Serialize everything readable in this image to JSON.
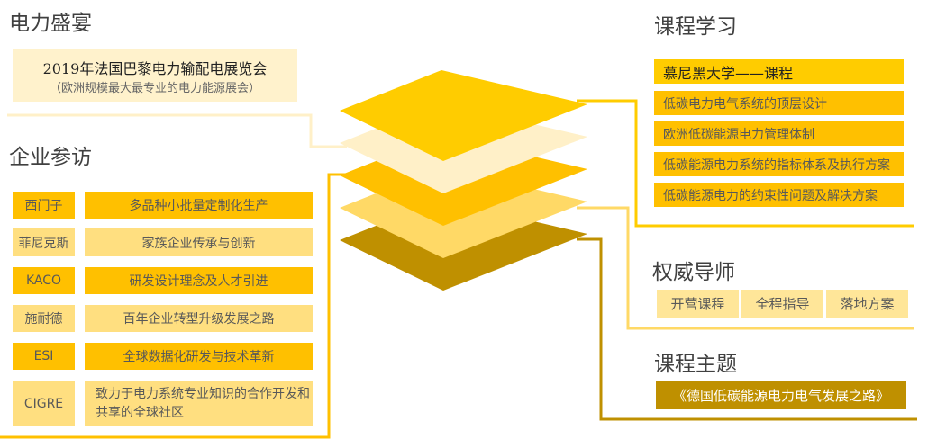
{
  "left": {
    "section1_title": "电力盛宴",
    "expo": {
      "title": "2019年法国巴黎电力输配电展览会",
      "subtitle": "（欧洲规模最大最专业的电力能源展会）"
    },
    "section2_title": "企业参访",
    "companies": [
      {
        "name": "西门子",
        "topic": "多品种小批量定制化生产"
      },
      {
        "name": "菲尼克斯",
        "topic": "家族企业传承与创新"
      },
      {
        "name": "KACO",
        "topic": "研发设计理念及人才引进"
      },
      {
        "name": "施耐德",
        "topic": "百年企业转型升级发展之路"
      },
      {
        "name": "ESI",
        "topic": "全球数据化研发与技术革新"
      },
      {
        "name": "CIGRE",
        "topic": "致力于电力系统专业知识的合作开发和共享的全球社区"
      }
    ]
  },
  "right": {
    "courses_title": "课程学习",
    "course_header": "慕尼黑大学——课程",
    "courses": [
      "低碳电力电气系统的顶层设计",
      "欧洲低碳能源电力管理体制",
      "低碳能源电力系统的指标体系及执行方案",
      "低碳能源电力的约束性问题及解决方案"
    ],
    "mentors_title": "权威导师",
    "mentors": [
      "开营课程",
      "全程指导",
      "落地方案"
    ],
    "theme_title": "课程主题",
    "theme": "《德国低碳能源电力电气发展之路》"
  },
  "colors": {
    "layer1": "#FFCC00",
    "layer2": "#FFF0C8",
    "layer3": "#FFC000",
    "layer4": "#FFD966",
    "layer5": "#BF9000"
  }
}
